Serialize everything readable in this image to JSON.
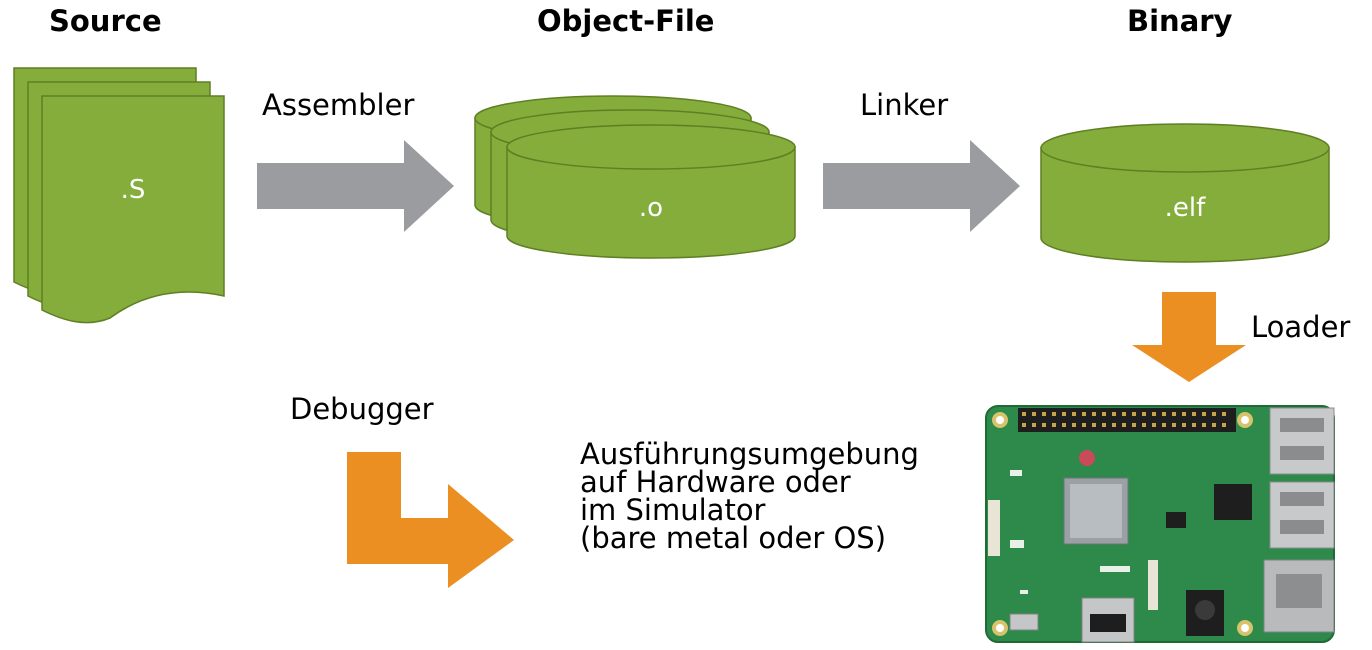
{
  "headings": {
    "source": "Source",
    "object_file": "Object-File",
    "binary": "Binary"
  },
  "steps": {
    "assembler": "Assembler",
    "linker": "Linker",
    "loader": "Loader",
    "debugger": "Debugger"
  },
  "files": {
    "source_ext": ".S",
    "object_ext": ".o",
    "binary_ext": ".elf"
  },
  "execution": {
    "lines": [
      "Ausführungsumgebung",
      "auf Hardware oder",
      "im Simulator",
      "(bare metal oder OS)"
    ]
  },
  "colors": {
    "green": "#84ad3c",
    "green_dark": "#5f7f22",
    "gray_arrow": "#9a9c9f",
    "orange_arrow": "#ec8f22"
  },
  "board": {
    "icon": "raspberry-pi-board"
  }
}
